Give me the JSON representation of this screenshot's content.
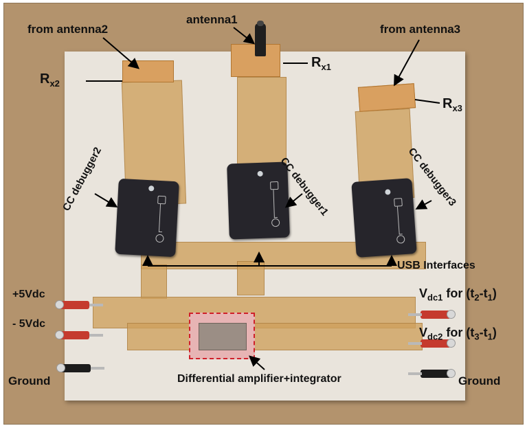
{
  "labels": {
    "from_antenna2": "from antenna2",
    "antenna1": "antenna1",
    "from_antenna3": "from antenna3",
    "rx2_main": "R",
    "rx2_sub": "x2",
    "rx1_main": "R",
    "rx1_sub": "x1",
    "rx3_main": "R",
    "rx3_sub": "x3",
    "cc_debugger2": "CC debugger2",
    "cc_debugger1": "CC debugger1",
    "cc_debugger3": "CC debugger3",
    "usb_interfaces": "USB Interfaces",
    "plus_5vdc": "+5Vdc",
    "minus_5vdc": "- 5Vdc",
    "ground_left": "Ground",
    "ground_right": "Ground",
    "vdc1_main": "V",
    "vdc1_sub": "dc1",
    "vdc1_for": " for (t",
    "vdc1_t2": "2",
    "vdc1_mid": "-t",
    "vdc1_t1": "1",
    "vdc1_end": ")",
    "vdc2_main": "V",
    "vdc2_sub": "dc2",
    "vdc2_for": " for (t",
    "vdc2_t3": "3",
    "vdc2_mid": "-t",
    "vdc2_t1": "1",
    "vdc2_end": ")",
    "diff_amp": "Differential amplifier+integrator"
  },
  "colors": {
    "background": "#b3936d",
    "board": "#e9e4dc",
    "tape": "#cea05c",
    "debugger": "#26252b",
    "pin_red": "#c53a2e",
    "pin_black": "#1c1c1c",
    "amp_outline": "#d0202a"
  }
}
